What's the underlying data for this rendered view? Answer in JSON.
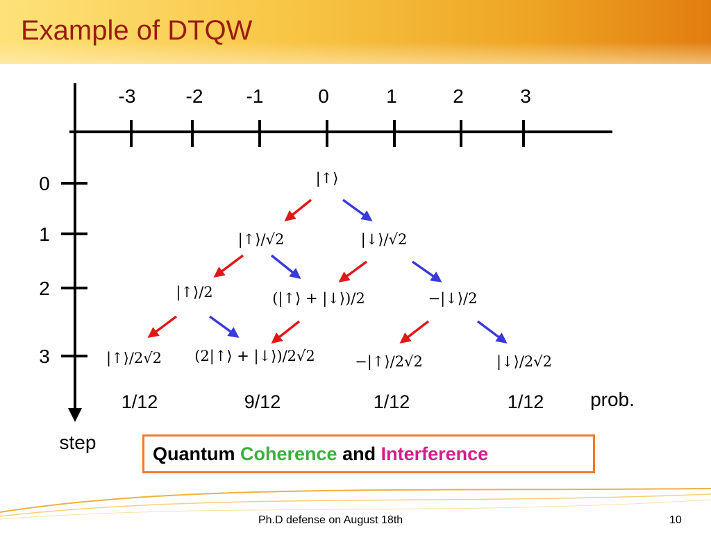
{
  "title": "Example of DTQW",
  "position_labels": [
    "-3",
    "-2",
    "-1",
    "0",
    "1",
    "2",
    "3"
  ],
  "step_labels": [
    "0",
    "1",
    "2",
    "3"
  ],
  "step_axis_label": "step",
  "prob_axis_label": "prob.",
  "states": {
    "s0_up": "|↑⟩",
    "s1_up": "|↑⟩/√2",
    "s1_down": "|↓⟩/√2",
    "s2_up": "|↑⟩/2",
    "s2_mid": "(|↑⟩ + |↓⟩)/2",
    "s2_down": "−|↓⟩/2",
    "s3_a": "|↑⟩/2√2",
    "s3_b": "(2|↑⟩ + |↓⟩)/2√2",
    "s3_c": "−|↑⟩/2√2",
    "s3_d": "|↓⟩/2√2"
  },
  "probabilities": [
    "1/12",
    "9/12",
    "1/12",
    "1/12"
  ],
  "callout": {
    "word1": "Quantum",
    "word2": "Coherence",
    "word3": "and",
    "word4": "Interference"
  },
  "footer": {
    "text": "Ph.D defense on August 18th",
    "page": "10"
  },
  "colors": {
    "title": "#9b1b10",
    "left_arrow": "#e01818",
    "right_arrow": "#3a3ad8",
    "callout_border": "#ee7b2c",
    "coherence": "#3cb03c",
    "interference": "#d81b8a"
  }
}
